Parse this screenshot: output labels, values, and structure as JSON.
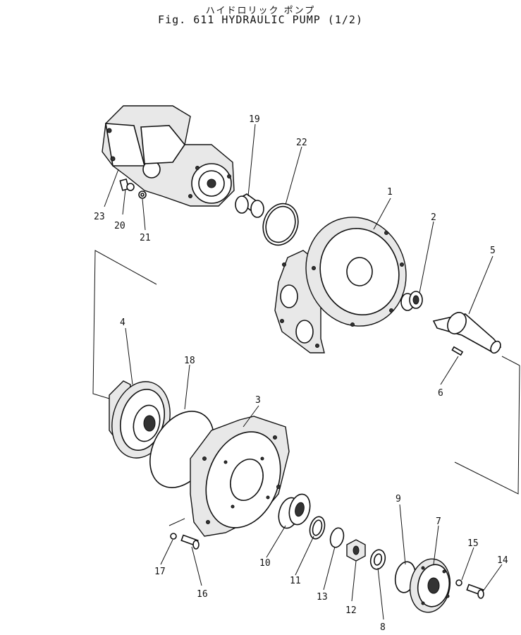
{
  "title": {
    "japanese": "ハイドロリック ポンプ",
    "english": "Fig. 611  HYDRAULIC  PUMP  (1/2)"
  },
  "callouts": {
    "c1": "1",
    "c2": "2",
    "c3": "3",
    "c4": "4",
    "c5": "5",
    "c6": "6",
    "c7": "7",
    "c8": "8",
    "c9": "9",
    "c10": "10",
    "c11": "11",
    "c12": "12",
    "c13": "13",
    "c14": "14",
    "c15": "15",
    "c16": "16",
    "c17": "17",
    "c18": "18",
    "c19": "19",
    "c20": "20",
    "c21": "21",
    "c22": "22",
    "c23": "23"
  }
}
